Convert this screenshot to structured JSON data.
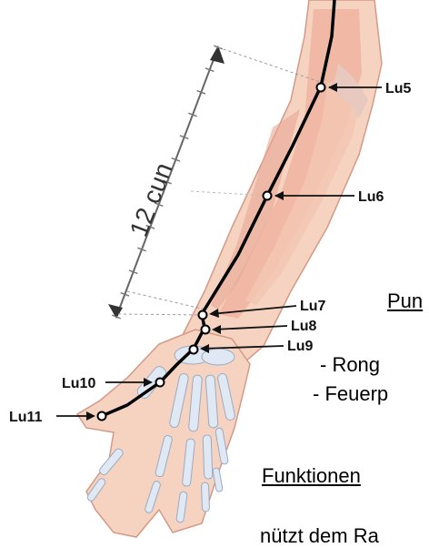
{
  "diagram": {
    "scale_label": "12 cun",
    "points": [
      {
        "id": "lu5",
        "label": "Lu5"
      },
      {
        "id": "lu6",
        "label": "Lu6"
      },
      {
        "id": "lu7",
        "label": "Lu7"
      },
      {
        "id": "lu8",
        "label": "Lu8"
      },
      {
        "id": "lu9",
        "label": "Lu9"
      },
      {
        "id": "lu10",
        "label": "Lu10"
      },
      {
        "id": "lu11",
        "label": "Lu11"
      }
    ]
  },
  "side_text": {
    "heading_points": "Pun",
    "item_1": "- Rong",
    "item_2": "- Feuerp",
    "heading_functions": "Funktionen",
    "bottom": "nützt dem Ra"
  }
}
